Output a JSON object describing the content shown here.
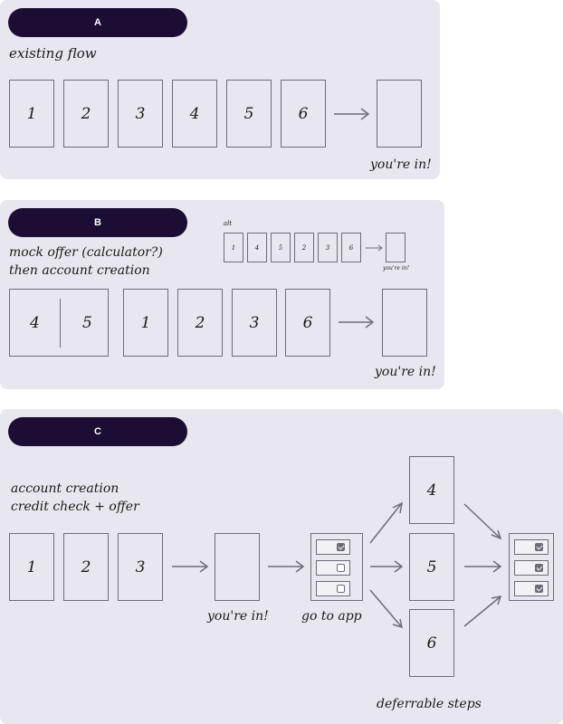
{
  "sectionA": {
    "label": "A",
    "title": "existing flow",
    "steps": [
      "1",
      "2",
      "3",
      "4",
      "5",
      "6"
    ],
    "end_caption": "you're in!"
  },
  "sectionB": {
    "label": "B",
    "title_line1": "mock offer (calculator?)",
    "title_line2": "then account creation",
    "split_left": "4",
    "split_right": "5",
    "steps": [
      "1",
      "2",
      "3",
      "6"
    ],
    "end_caption": "you're in!",
    "alt": {
      "label": "alt",
      "steps": [
        "1",
        "4",
        "5",
        "2",
        "3",
        "6"
      ],
      "end_caption": "you're in!"
    }
  },
  "sectionC": {
    "label": "C",
    "title_line1": "account creation",
    "title_line2": "credit check + offer",
    "steps": [
      "1",
      "2",
      "3"
    ],
    "youre_in_caption": "you're in!",
    "go_to_app_caption": "go to app",
    "branch_steps": [
      "4",
      "5",
      "6"
    ],
    "deferrable_caption": "deferrable steps",
    "app_checklist": [
      true,
      false,
      false
    ],
    "final_checklist": [
      true,
      true,
      true
    ]
  },
  "colors": {
    "panel_bg": "#e8e7ef",
    "pill_bg": "#1b0d33",
    "stroke": "#6f6b77"
  }
}
